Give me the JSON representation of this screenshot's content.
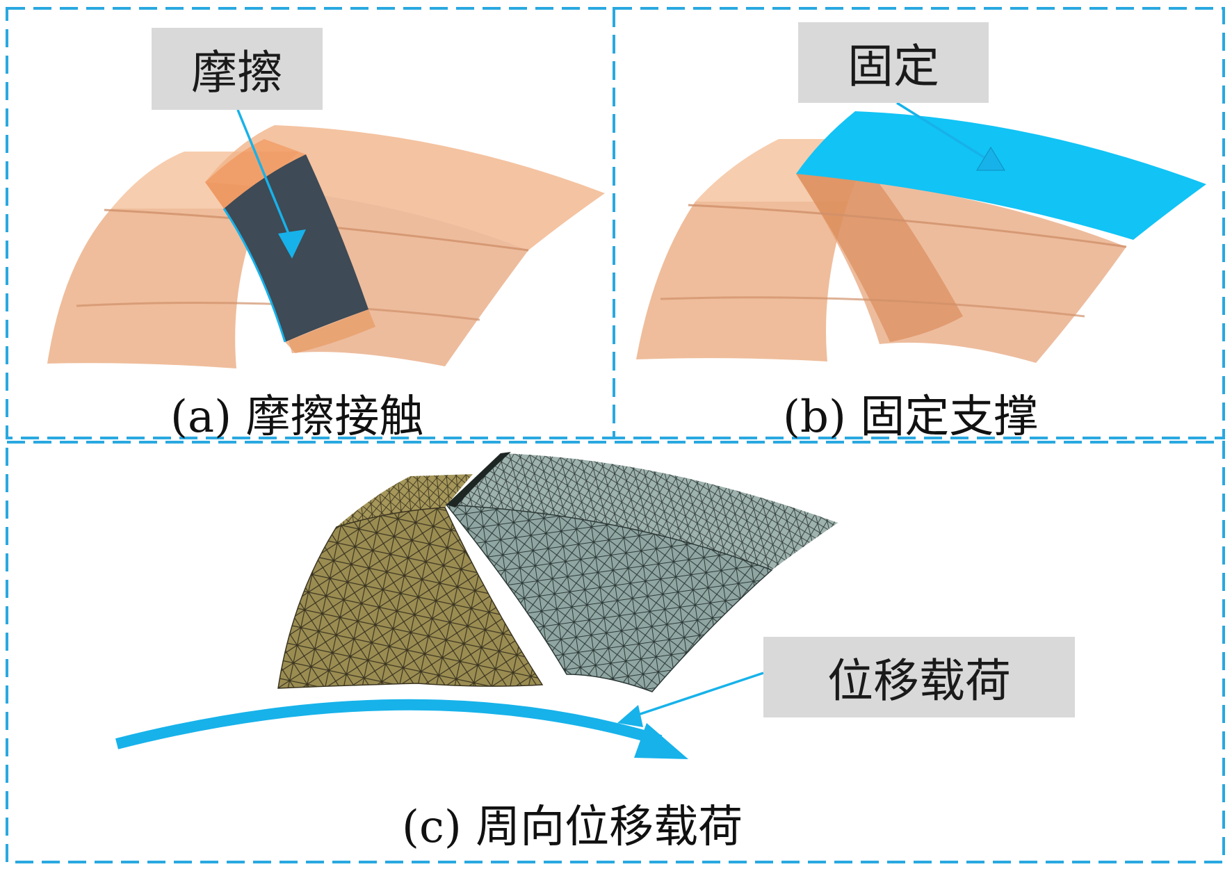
{
  "panels": {
    "a": {
      "caption": "(a) 摩擦接触",
      "tag": "摩擦"
    },
    "b": {
      "caption": "(b) 固定支撑",
      "tag": "固定"
    },
    "c": {
      "caption": "(c) 周向位移载荷",
      "tag": "位移载荷"
    }
  },
  "colors": {
    "frame": "#29a8e0",
    "body": "#f3b98e",
    "body_edge": "#d9936a",
    "contact_face": "#3e4a55",
    "fixed_face": "#12c3f5",
    "arrow": "#17b2ea",
    "tag_bg": "#d9d9d9",
    "mesh_left": "#9b8d52",
    "mesh_right": "#8fa6a2",
    "mesh_line": "#2a2a2a"
  }
}
